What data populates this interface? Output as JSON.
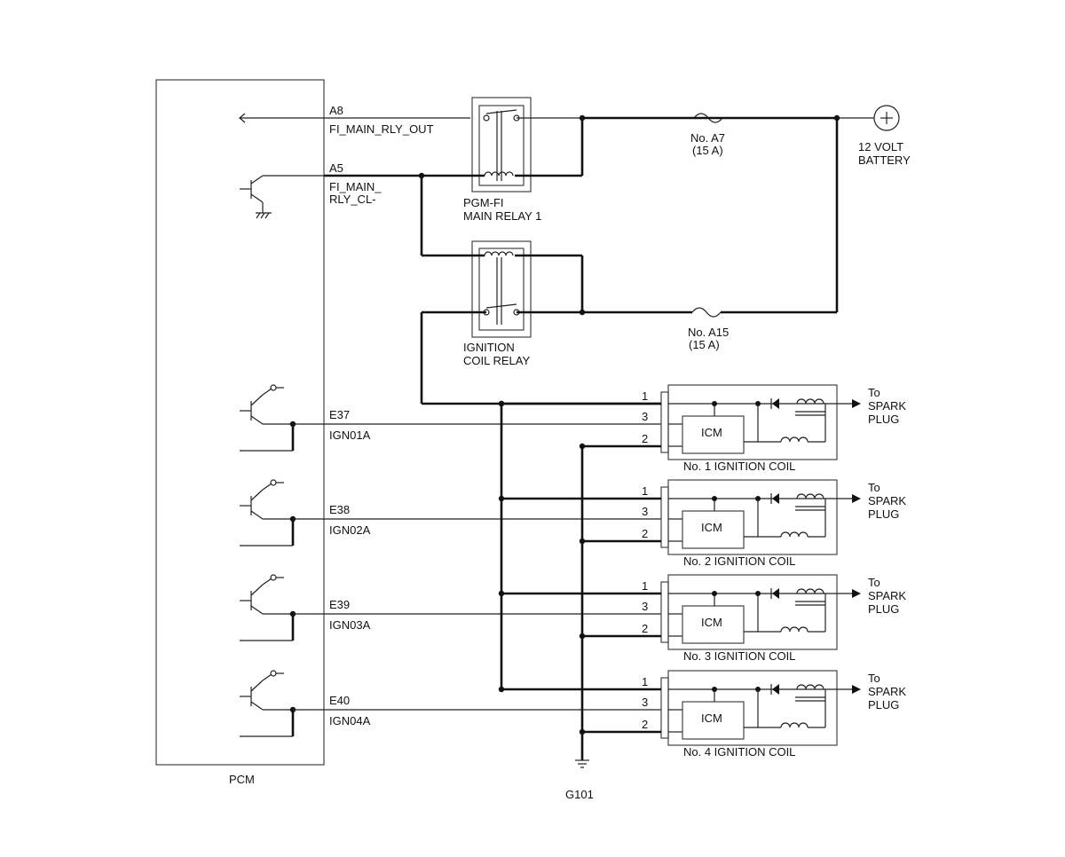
{
  "pcm": {
    "label": "PCM",
    "pins": [
      {
        "pin": "A8",
        "signal": "FI_MAIN_RLY_OUT"
      },
      {
        "pin": "A5",
        "signal": "FI_MAIN_",
        "signal2": "RLY_CL-"
      },
      {
        "pin": "E37",
        "signal": "IGN01A"
      },
      {
        "pin": "E38",
        "signal": "IGN02A"
      },
      {
        "pin": "E39",
        "signal": "IGN03A"
      },
      {
        "pin": "E40",
        "signal": "IGN04A"
      }
    ]
  },
  "relays": [
    {
      "line1": "PGM-FI",
      "line2": "MAIN RELAY 1"
    },
    {
      "line1": "IGNITION",
      "line2": "COIL RELAY"
    }
  ],
  "fuses": [
    {
      "name": "No. A7",
      "rating": "(15 A)"
    },
    {
      "name": "No. A15",
      "rating": "(15 A)"
    }
  ],
  "battery": {
    "line1": "12 VOLT",
    "line2": "BATTERY"
  },
  "ground": {
    "label": "G101"
  },
  "coils": [
    {
      "label": "No. 1 IGNITION COIL",
      "module": "ICM",
      "pins": [
        "1",
        "3",
        "2"
      ],
      "out1": "To",
      "out2": "SPARK",
      "out3": "PLUG"
    },
    {
      "label": "No. 2 IGNITION COIL",
      "module": "ICM",
      "pins": [
        "1",
        "3",
        "2"
      ],
      "out1": "To",
      "out2": "SPARK",
      "out3": "PLUG"
    },
    {
      "label": "No. 3 IGNITION COIL",
      "module": "ICM",
      "pins": [
        "1",
        "3",
        "2"
      ],
      "out1": "To",
      "out2": "SPARK",
      "out3": "PLUG"
    },
    {
      "label": "No. 4 IGNITION COIL",
      "module": "ICM",
      "pins": [
        "1",
        "3",
        "2"
      ],
      "out1": "To",
      "out2": "SPARK",
      "out3": "PLUG"
    }
  ]
}
